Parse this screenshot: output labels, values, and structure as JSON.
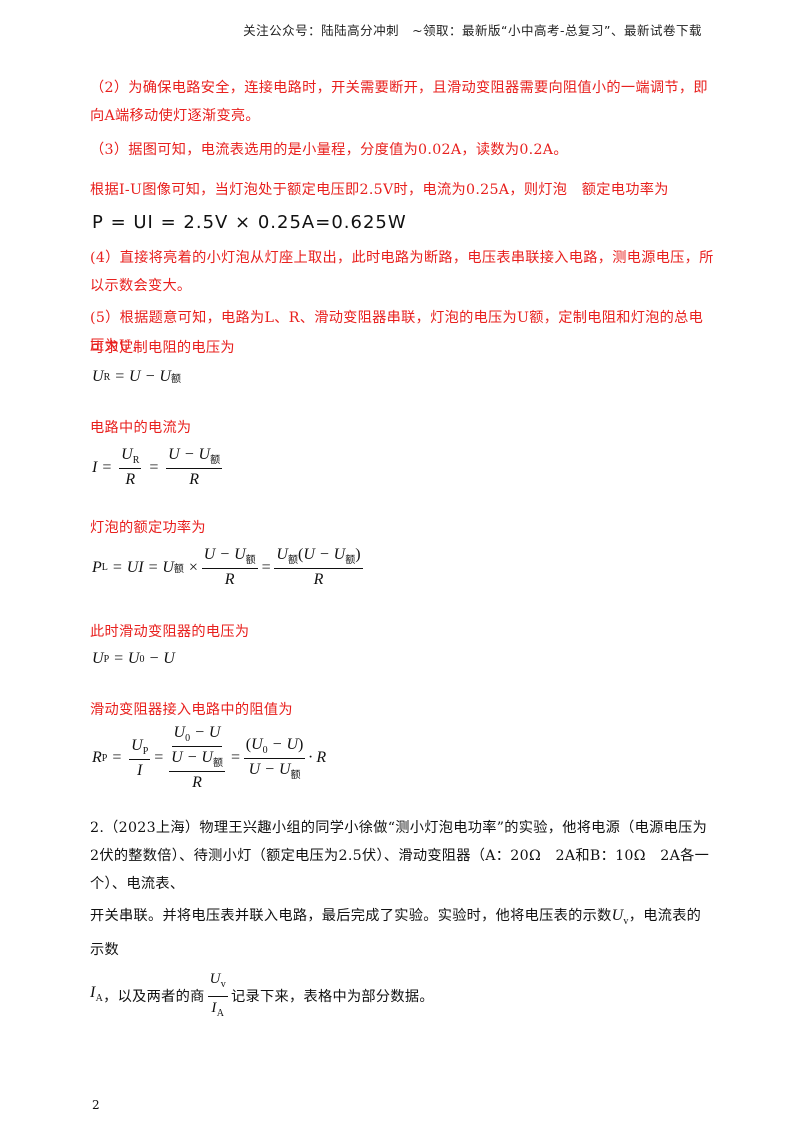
{
  "header": "关注公众号：陆陆高分冲刺　~领取：最新版“小中高考-总复习”、最新试卷下载",
  "p2": "（2）为确保电路安全，连接电路时，开关需要断开，且滑动变阻器需要向阻值小的一端调节，即向A端移动使灯逐渐变亮。",
  "p3": "（3）据图可知，电流表选用的是小量程，分度值为0.02A，读数为0.2A。",
  "p3b": "根据I-U图像可知，当灯泡处于额定电压即2.5V时，电流为0.25A，则灯泡　额定电功率为",
  "eq_power": "P = UI = 2.5V × 0.25A=0.625W",
  "p4": "(4）直接将亮着的小灯泡从灯座上取出，此时电路为断路，电压表串联接入电路，测电源电压，所以示数会变大。",
  "p5a": "(5）根据题意可知，电路为L、R、滑动变阻器串联，灯泡的电压为U额，定制电阻和灯泡的总电压为U，",
  "p5b": "可求定制电阻的电压为",
  "lbl_current": "电路中的电流为",
  "lbl_power": "灯泡的额定功率为",
  "lbl_slide_voltage": "此时滑动变阻器的电压为",
  "lbl_slide_resistance": "滑动变阻器接入电路中的阻值为",
  "q2_line1": "2.（2023上海）物理王兴趣小组的同学小徐做“测小灯泡电功率”的实验，他将电源（电源电压为2伏的整数倍）、待测小灯（额定电压为2.5伏）、滑动变阻器（A：20Ω　2A和B：10Ω　2A各一个）、电流表、",
  "q2_line2a": "开关串联。并将电压表并联入电路，最后完成了实验。实验时，他将电压表的示数",
  "q2_line2b": "，电流表的示数",
  "q2_line3a": "，以及两者的商",
  "q2_line3b": "记录下来，表格中为部分数据。",
  "page_number": "2",
  "colors": {
    "answer": "#e8201e",
    "text": "#111111"
  }
}
